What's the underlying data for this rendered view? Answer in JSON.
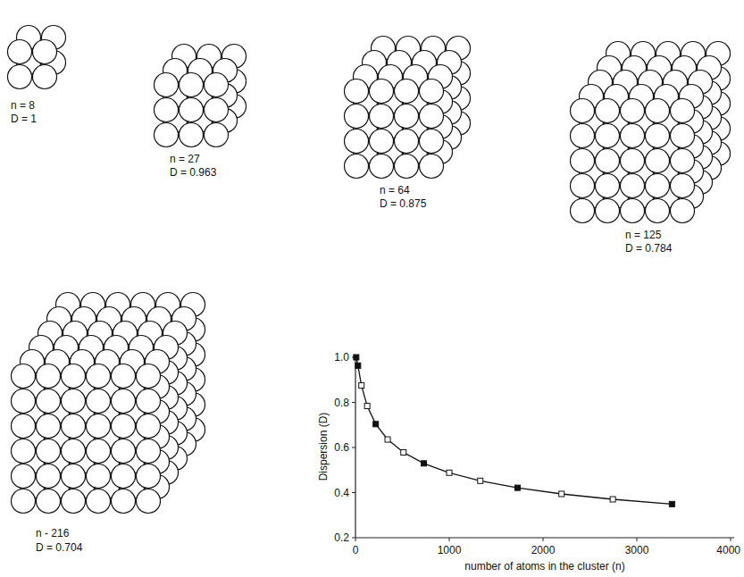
{
  "diagram": {
    "labels": [
      "n = 8",
      "D = 1",
      "n = 27",
      "D = 0.963",
      "n = 64",
      "D = 0.875",
      "n = 125",
      "D = 0.784",
      "n - 216",
      "D = 0.704",
      "1.0",
      "0.8",
      "0.6",
      "0.4",
      "0.2",
      "0",
      "1000",
      "2000",
      "3000",
      "4000",
      "Dispersion (D)",
      "number of atoms in the cluster (n)"
    ]
  }
}
